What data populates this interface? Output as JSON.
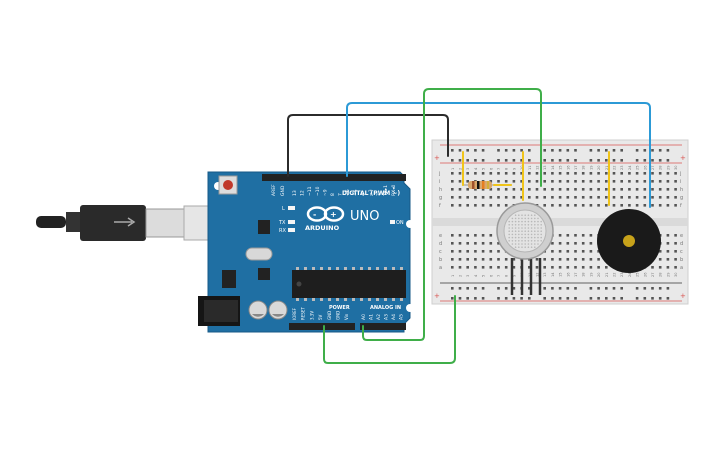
{
  "arduino": {
    "brand": "ARDUINO",
    "model": "UNO",
    "digital_header_label": "DIGITAL (PWM ~)",
    "power_header_label": "POWER",
    "analog_header_label": "ANALOG IN",
    "on_label": "ON",
    "l_label": "L",
    "tx_label": "TX",
    "rx_label": "RX",
    "aref_label": "AREF",
    "gnd_label": "GND",
    "digital_pins": [
      "13",
      "12",
      "~11",
      "~10",
      "~9",
      "8",
      "7",
      "~6",
      "~5",
      "4",
      "~3",
      "2",
      "TX▸1",
      "RX◂0"
    ],
    "power_pins": [
      "IOREF",
      "RESET",
      "3.3V",
      "5V",
      "GND",
      "GND",
      "Vin"
    ],
    "analog_pins": [
      "A0",
      "A1",
      "A2",
      "A3",
      "A4",
      "A5"
    ]
  },
  "breadboard": {
    "row_letters_top": [
      "j",
      "i",
      "h",
      "g",
      "f"
    ],
    "row_letters_bottom": [
      "e",
      "d",
      "c",
      "b",
      "a"
    ],
    "rail_plus": "+",
    "rail_minus": "-",
    "column_numbers": [
      "1",
      "2",
      "3",
      "4",
      "5",
      "6",
      "7",
      "8",
      "9",
      "10",
      "11",
      "12",
      "13",
      "14",
      "15",
      "16",
      "17",
      "18",
      "19",
      "20",
      "21",
      "22",
      "23",
      "24",
      "25",
      "26",
      "27",
      "28",
      "29",
      "30"
    ]
  },
  "colors": {
    "board_blue": "#1f6fa3",
    "board_dark": "#175a87",
    "wire_black": "#2b2b2b",
    "wire_blue": "#2c9ad6",
    "wire_green": "#3fae49",
    "wire_yellow": "#f0c419",
    "rail_red": "#d9534f",
    "rail_black": "#333333"
  }
}
